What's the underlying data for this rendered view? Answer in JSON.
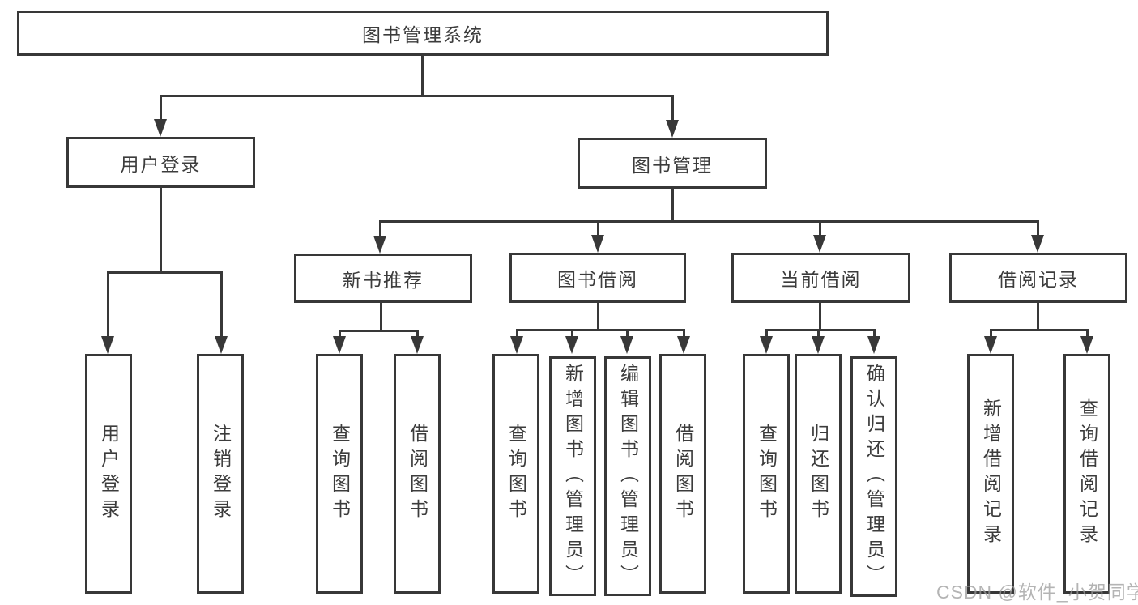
{
  "diagram": {
    "root": {
      "label": "图书管理系统"
    },
    "branches": [
      {
        "label": "用户登录",
        "children": [
          {
            "label": "用户登录"
          },
          {
            "label": "注销登录"
          }
        ]
      },
      {
        "label": "图书管理",
        "children": [
          {
            "label": "新书推荐",
            "children": [
              {
                "label": "查询图书"
              },
              {
                "label": "借阅图书"
              }
            ]
          },
          {
            "label": "图书借阅",
            "children": [
              {
                "label": "查询图书"
              },
              {
                "label": "新增图书（管理员）"
              },
              {
                "label": "编辑图书（管理员）"
              },
              {
                "label": "借阅图书"
              }
            ]
          },
          {
            "label": "当前借阅",
            "children": [
              {
                "label": "查询图书"
              },
              {
                "label": "归还图书"
              },
              {
                "label": "确认归还（管理员）"
              }
            ]
          },
          {
            "label": "借阅记录",
            "children": [
              {
                "label": "新增借阅记录"
              },
              {
                "label": "查询借阅记录"
              }
            ]
          }
        ]
      }
    ],
    "watermark": "CSDN @软件_小贺同学",
    "colors": {
      "line": "#383838",
      "text": "#3c3c3c",
      "background": "#ffffff",
      "watermark": "#9b9b9b"
    }
  }
}
